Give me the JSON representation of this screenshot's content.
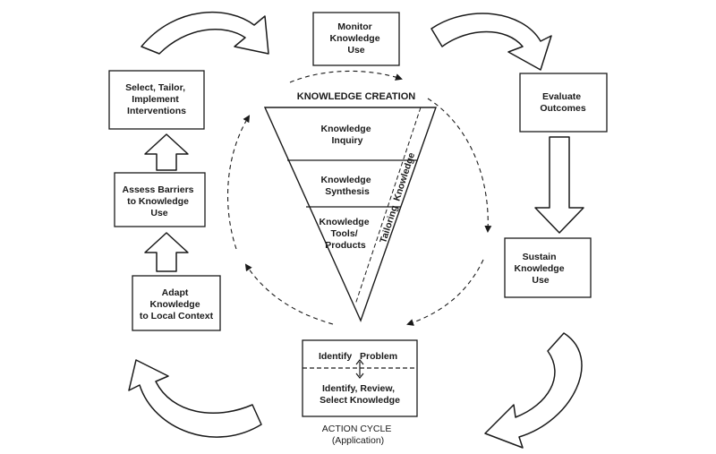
{
  "funnel": {
    "title": "KNOWLEDGE CREATION",
    "inquiry": [
      "Knowledge",
      "Inquiry"
    ],
    "synthesis": [
      "Knowledge",
      "Synthesis"
    ],
    "tools": [
      "Knowledge",
      "Tools/",
      "Products"
    ],
    "tailoring": "Tailoring  Knowledge"
  },
  "cycle": {
    "monitor": [
      "Monitor",
      "Knowledge",
      "Use"
    ],
    "evaluate": [
      "Evaluate",
      "Outcomes"
    ],
    "sustain": [
      "Sustain",
      "Knowledge",
      "Use"
    ],
    "select": [
      "Select, Tailor,",
      "Implement",
      "Interventions"
    ],
    "assess": [
      "Assess Barriers",
      "to Knowledge",
      "Use"
    ],
    "adapt": [
      "Adapt",
      "Knowledge",
      "to Local Context"
    ]
  },
  "problem": {
    "identify": "Identify   Problem",
    "review": [
      "Identify, Review,",
      "Select Knowledge"
    ]
  },
  "action_cycle": [
    "ACTION CYCLE",
    "(Application)"
  ]
}
